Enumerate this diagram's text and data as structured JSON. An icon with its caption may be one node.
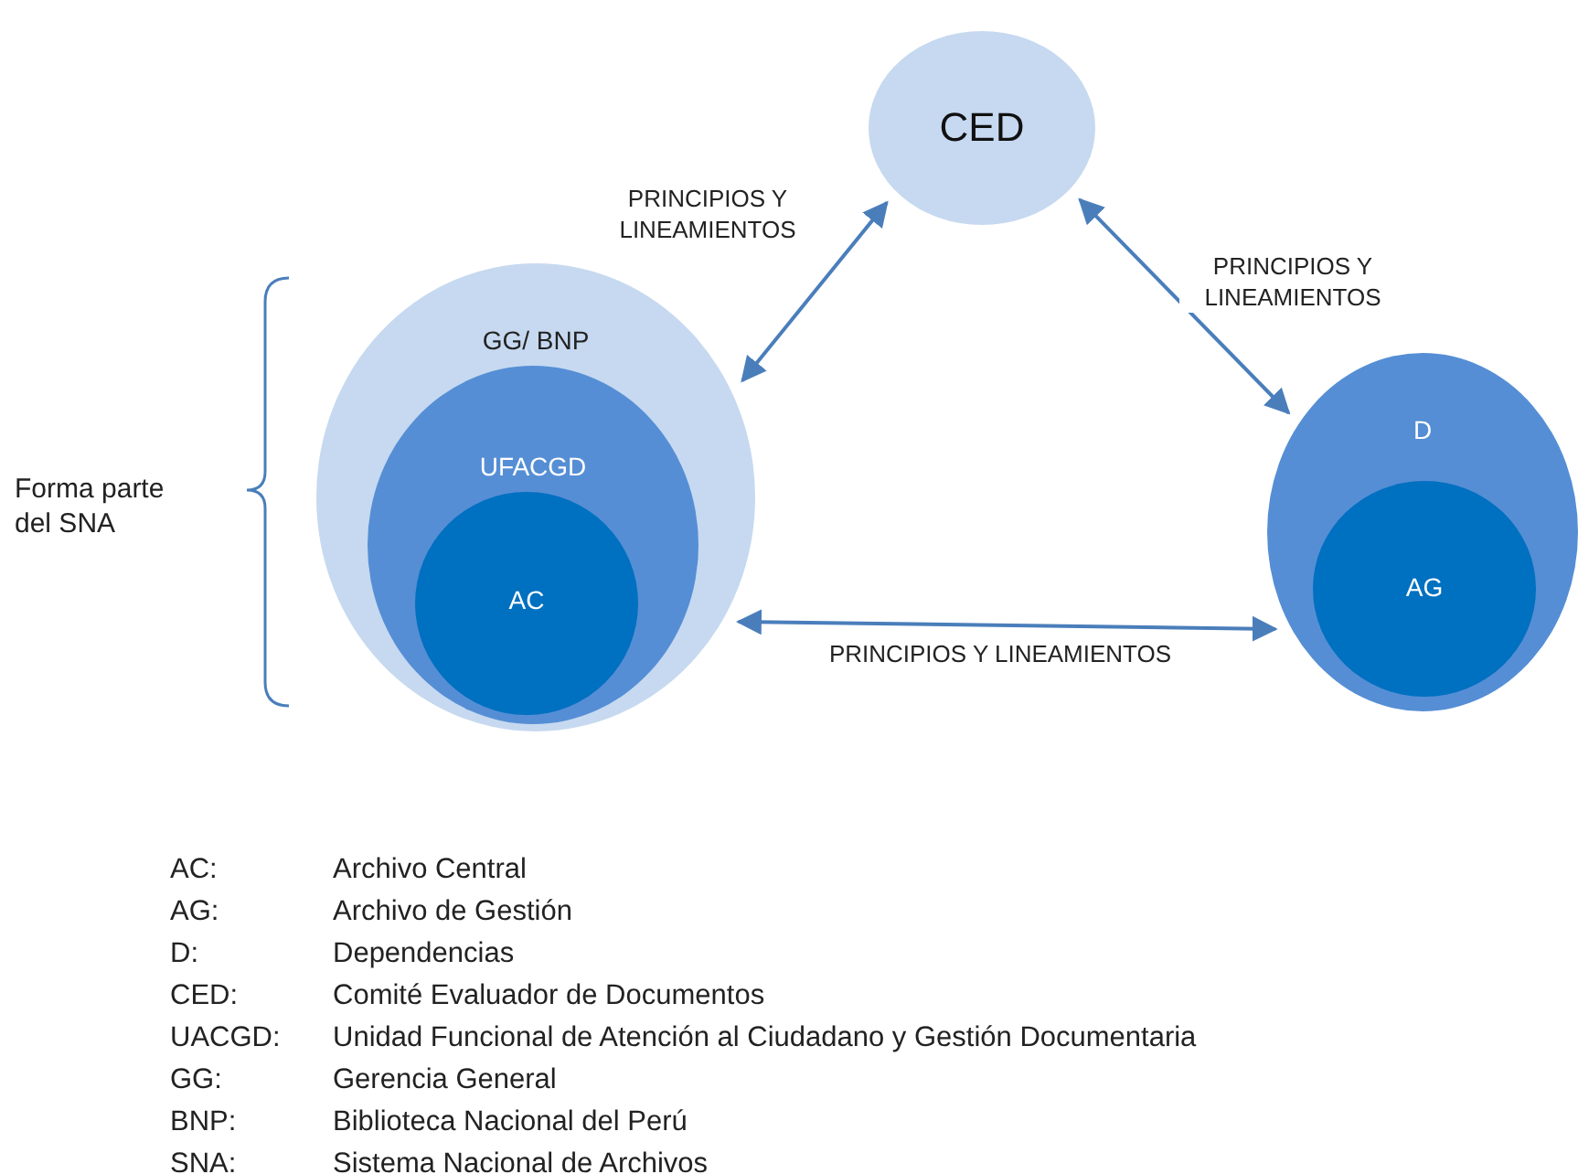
{
  "diagram": {
    "nodes": [
      {
        "text": [
          "CED"
        ]
      },
      {
        "text": [
          "GG/ BNP"
        ]
      },
      {
        "text": [
          "UFACGD"
        ],
        "in": 1
      },
      {
        "text": [
          "AC"
        ],
        "in": 2
      },
      {
        "text": [
          "D"
        ]
      },
      {
        "text": [
          "AG"
        ],
        "in": 4
      }
    ],
    "edges": [
      {
        "from": 0,
        "to": 1,
        "arrow": "both",
        "label": "PRINCIPIOS Y LINEAMIENTOS"
      },
      {
        "from": 0,
        "to": 4,
        "arrow": "both",
        "label": "PRINCIPIOS Y LINEAMIENTOS"
      },
      {
        "from": 1,
        "to": 4,
        "arrow": "both",
        "label": "PRINCIPIOS Y LINEAMIENTOS"
      }
    ],
    "labels": [
      "Forma parte del SNA",
      "AC:",
      "Archivo Central",
      "AG:",
      "Archivo de Gestión",
      "D:",
      "Dependencias",
      "CED:",
      "Comité Evaluador de Documentos",
      "UACGD:",
      "Unidad Funcional de Atención al Ciudadano y Gestión Documentaria",
      "GG:",
      "Gerencia General",
      "BNP:",
      "Biblioteca Nacional del Perú",
      "SNA:",
      "Sistema Nacional de Archivos"
    ]
  }
}
